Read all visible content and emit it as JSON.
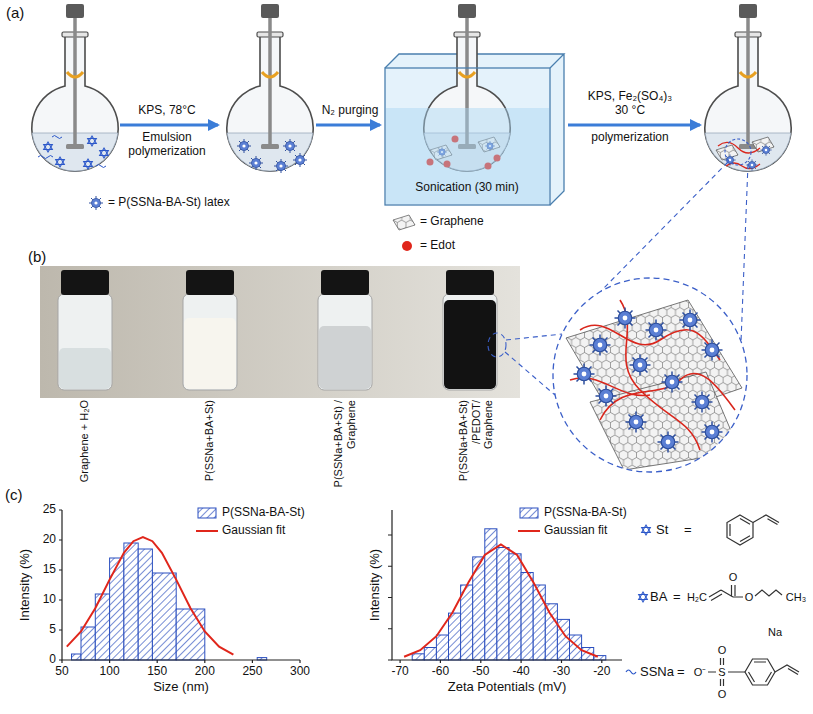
{
  "diagram": {
    "labels": [
      "(a)",
      "KPS, 78°C",
      "Emulsion polymerization",
      "N₂ purging",
      "Sonication (30 min)",
      "KPS, Fe₂(SO₄)₃ 30 °C",
      "polymerization",
      "= P(SSNa-BA-St) latex",
      "= Graphene",
      "= Edot",
      "(b)",
      "Graphene + H₂O",
      "P(SSNa+BA+St)",
      "P(SSNa+BA+St) / Graphene",
      "P(SSNa+BA+St) /PEDOT/ Graphene",
      "(c)",
      "Intensity (%)",
      "Size (nm)",
      "0",
      "5",
      "10",
      "15",
      "20",
      "25",
      "50",
      "100",
      "150",
      "200",
      "250",
      "300",
      "Intensity (%)",
      "Zeta Potentials (mV)",
      "-70",
      "-60",
      "-50",
      "-40",
      "-30",
      "-20",
      "St",
      "=",
      "BA",
      "=",
      "SSNa",
      "=",
      "Na",
      "H₂C",
      "O",
      "O",
      "CH₃",
      "O",
      "S",
      "O",
      "O⁻"
    ],
    "legend": [
      {
        "text": "P(SSNa-BA-St)"
      },
      {
        "text": "Gaussian fit"
      },
      {
        "text": "P(SSNa-BA-St)"
      },
      {
        "text": "Gaussian fit"
      }
    ]
  }
}
